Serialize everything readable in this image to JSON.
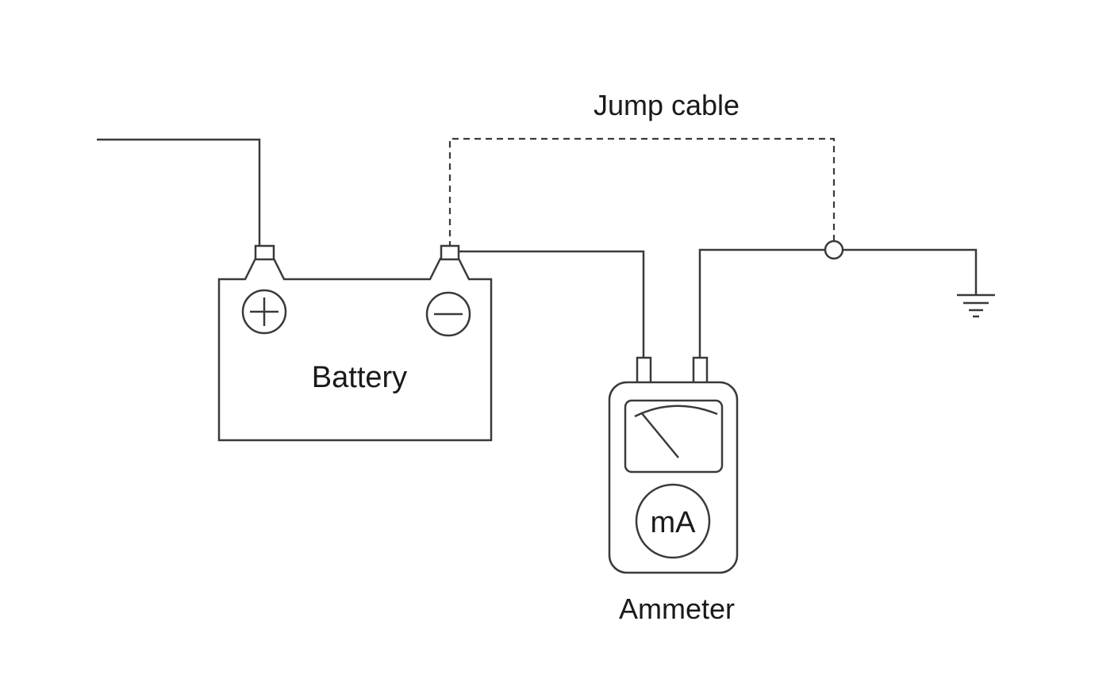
{
  "labels": {
    "jump_cable": "Jump cable",
    "battery": "Battery",
    "ammeter": "Ammeter",
    "meter_unit": "mA"
  },
  "symbols": {
    "positive_terminal": "plus-symbol",
    "negative_terminal": "minus-symbol",
    "ground": "ground-symbol"
  },
  "colors": {
    "line": "#3a3a3a",
    "background": "#ffffff"
  }
}
